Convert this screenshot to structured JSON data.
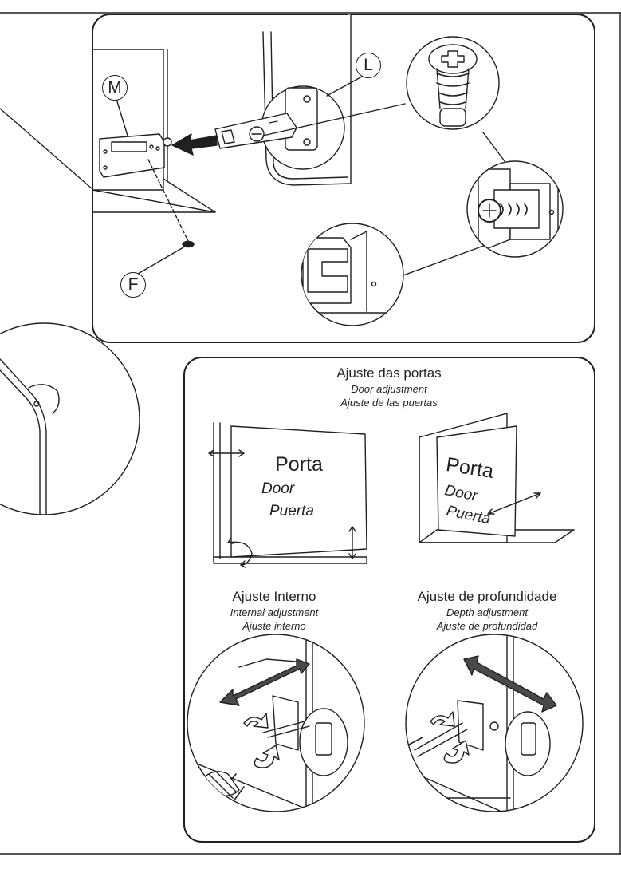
{
  "callouts": {
    "m": "M",
    "l": "L",
    "f": "F"
  },
  "adjust": {
    "title_pt": "Ajuste das portas",
    "title_en": "Door adjustment",
    "title_es": "Ajuste de las puertas",
    "panel_label": {
      "pt": "Porta",
      "en": "Door",
      "es": "Puerta"
    },
    "internal": {
      "pt": "Ajuste Interno",
      "en": "Internal adjustment",
      "es": "Ajuste interno"
    },
    "depth": {
      "pt": "Ajuste de profundidade",
      "en": "Depth adjustment",
      "es": "Ajuste de profundidad"
    }
  }
}
